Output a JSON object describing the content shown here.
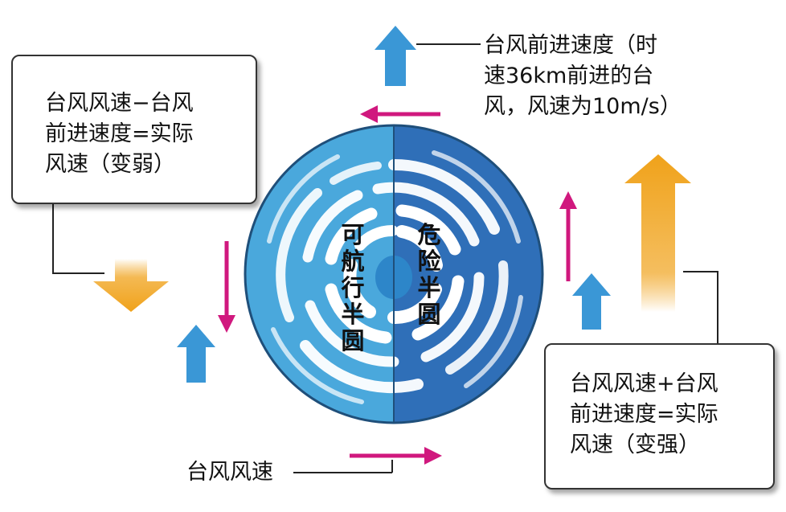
{
  "box_weaken": {
    "lines": [
      "台风风速−台风",
      "前进速度=实际",
      "风速（变弱）"
    ]
  },
  "box_strengthen": {
    "lines": [
      "台风风速+台风",
      "前进速度=实际",
      "风速（变强）"
    ]
  },
  "forward_note": {
    "lines": [
      "台风前进速度（时",
      "速36km前进的台",
      "风，风速为10m/s）"
    ]
  },
  "wind_label": "台风风速",
  "navigable_half": "可航行半圆",
  "dangerous_half": "危险半圆",
  "colors": {
    "magenta_arrow": "#d0187e",
    "blue_arrow": "#3a97d6",
    "orange_arrow": "#f0a21a",
    "circle_left": "#4aa8dc",
    "circle_right": "#2f6fb8",
    "circle_border": "#1f4f7a"
  }
}
